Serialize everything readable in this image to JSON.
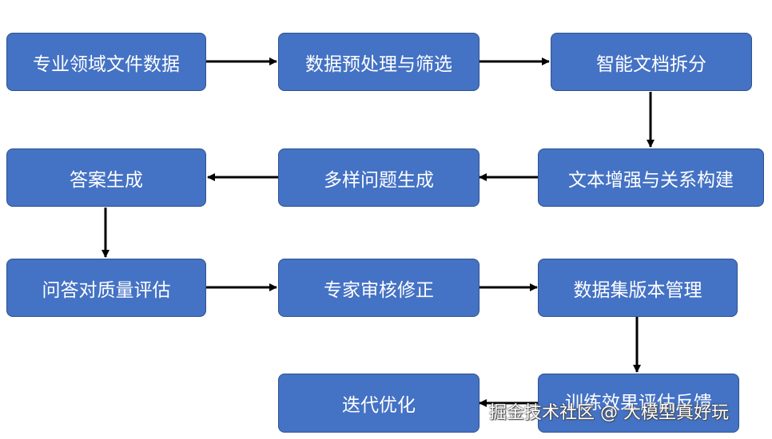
{
  "nodes": [
    {
      "id": "domain-files",
      "label": "专业领域文件数据"
    },
    {
      "id": "preprocess",
      "label": "数据预处理与筛选"
    },
    {
      "id": "doc-split",
      "label": "智能文档拆分"
    },
    {
      "id": "text-enhance",
      "label": "文本增强与关系构建"
    },
    {
      "id": "question-gen",
      "label": "多样问题生成"
    },
    {
      "id": "answer-gen",
      "label": "答案生成"
    },
    {
      "id": "qa-eval",
      "label": "问答对质量评估"
    },
    {
      "id": "expert-review",
      "label": "专家审核修正"
    },
    {
      "id": "version-mgmt",
      "label": "数据集版本管理"
    },
    {
      "id": "train-feedback",
      "label": "训练效果评估反馈"
    },
    {
      "id": "iterate",
      "label": "迭代优化"
    }
  ],
  "edges": [
    {
      "from": "domain-files",
      "to": "preprocess"
    },
    {
      "from": "preprocess",
      "to": "doc-split"
    },
    {
      "from": "doc-split",
      "to": "text-enhance"
    },
    {
      "from": "text-enhance",
      "to": "question-gen"
    },
    {
      "from": "question-gen",
      "to": "answer-gen"
    },
    {
      "from": "answer-gen",
      "to": "qa-eval"
    },
    {
      "from": "qa-eval",
      "to": "expert-review"
    },
    {
      "from": "expert-review",
      "to": "version-mgmt"
    },
    {
      "from": "version-mgmt",
      "to": "train-feedback"
    },
    {
      "from": "train-feedback",
      "to": "iterate"
    }
  ],
  "watermark": "掘金技术社区 @ 大模型真好玩",
  "colors": {
    "node_fill": "#4472c4",
    "node_border": "#2f528f",
    "node_text": "#ffffff",
    "arrow": "#000000"
  }
}
